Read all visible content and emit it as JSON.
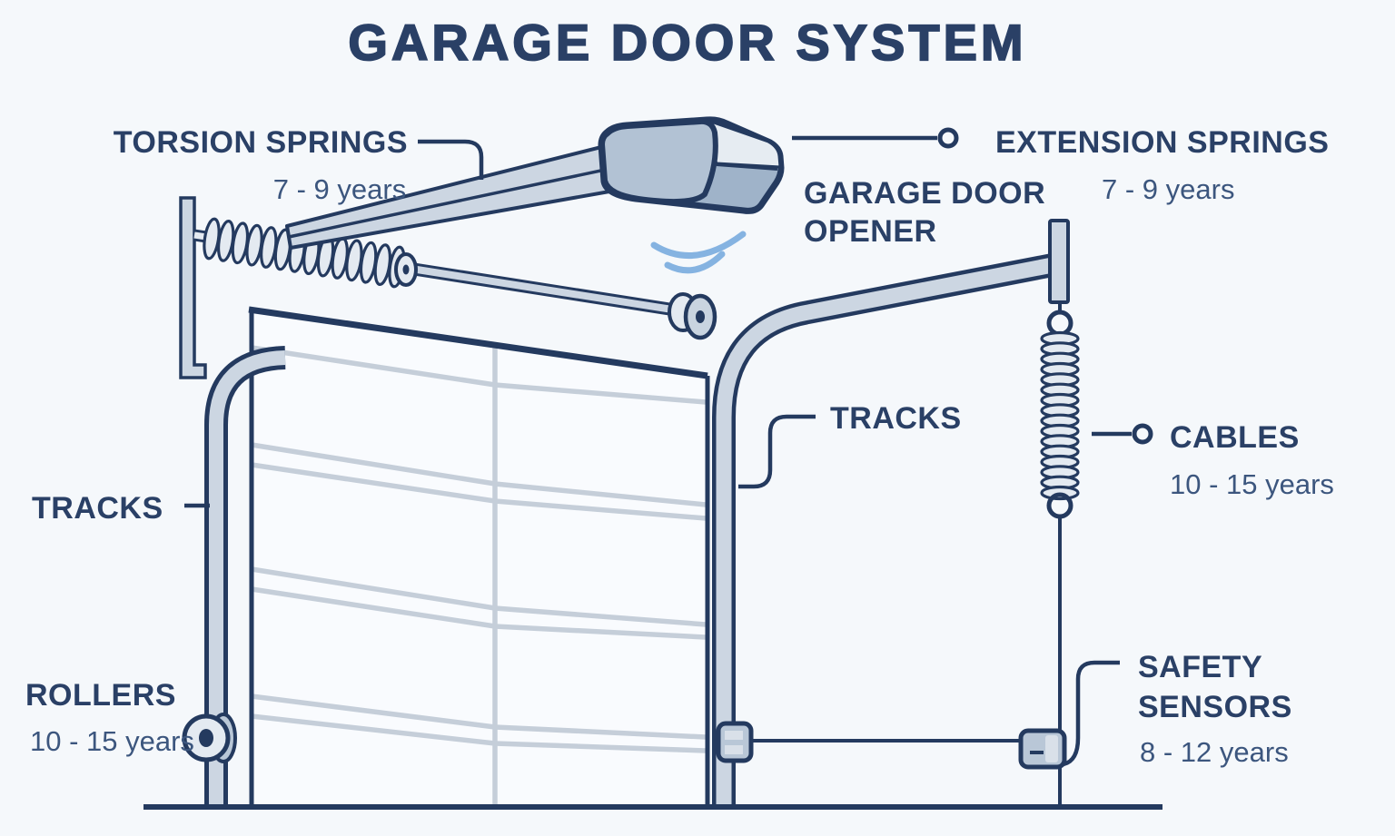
{
  "title": "GARAGE DOOR SYSTEM",
  "labels": {
    "torsion_springs": {
      "name": "TORSION SPRINGS",
      "lifespan": "7 - 9 years"
    },
    "extension_springs": {
      "name": "EXTENSION SPRINGS",
      "lifespan": "7 - 9 years"
    },
    "garage_door_opener": {
      "line1": "GARAGE DOOR",
      "line2": "OPENER"
    },
    "tracks_left": {
      "name": "TRACKS"
    },
    "tracks_center": {
      "name": "TRACKS"
    },
    "cables": {
      "name": "CABLES",
      "lifespan": "10 - 15 years"
    },
    "rollers": {
      "name": "ROLLERS",
      "lifespan": "10 - 15 years"
    },
    "safety_sensors": {
      "line1": "SAFETY",
      "line2": "SENSORS",
      "lifespan": "8 - 12 years"
    }
  },
  "colors": {
    "background": "#f5f8fb",
    "outline_ink": "#243a5f",
    "label_text": "#2a4066",
    "lifespan_text": "#3c567e",
    "metal_fill": "#ccd6e2",
    "metal_light": "#e4eaf1",
    "opener_body": "#9fb3c9",
    "opener_panel": "#b2c2d4",
    "opener_face_light": "#e6ecf2",
    "panel_line": "#c5ced9",
    "signal_wave": "#85b3e1"
  }
}
